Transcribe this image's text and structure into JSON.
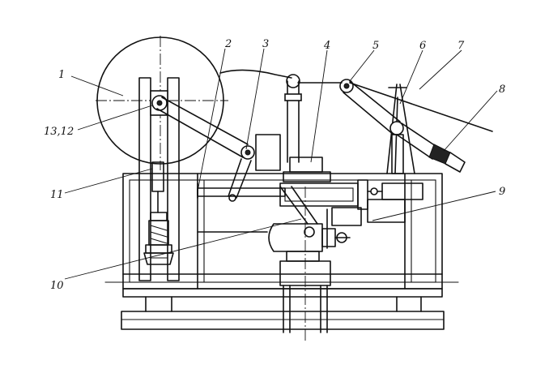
{
  "labels": [
    {
      "id": "1",
      "text": "1"
    },
    {
      "id": "2",
      "text": "2"
    },
    {
      "id": "3",
      "text": "3"
    },
    {
      "id": "4",
      "text": "4"
    },
    {
      "id": "5",
      "text": "5"
    },
    {
      "id": "6",
      "text": "6"
    },
    {
      "id": "7",
      "text": "7"
    },
    {
      "id": "8",
      "text": "8"
    },
    {
      "id": "9",
      "text": "9"
    },
    {
      "id": "10",
      "text": "10"
    },
    {
      "id": "11",
      "text": "11"
    },
    {
      "id": "13_12",
      "text": "13,12"
    }
  ],
  "colors": {
    "ink": "#111111",
    "paper": "#ffffff"
  }
}
